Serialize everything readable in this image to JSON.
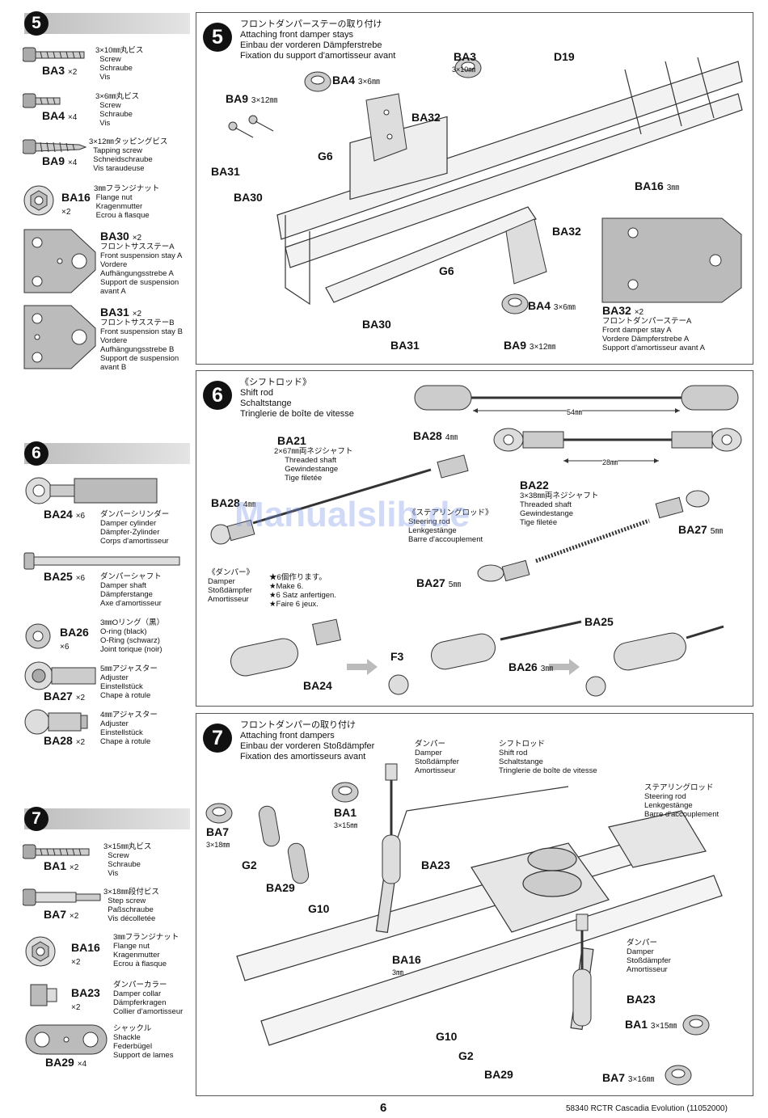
{
  "sidebar": {
    "step5": {
      "number": "5",
      "parts": [
        {
          "code": "BA3",
          "qty": "×2",
          "desc": "3×10㎜丸ビス\n  Screw\n  Schraube\n  Vis"
        },
        {
          "code": "BA4",
          "qty": "×4",
          "desc": "3×6㎜丸ビス\n  Screw\n  Schraube\n  Vis"
        },
        {
          "code": "BA9",
          "qty": "×4",
          "desc": "3×12㎜タッピングビス\n  Tapping screw\n  Schneidschraube\n  Vis taraudeuse"
        },
        {
          "code": "BA16",
          "qty": "×2",
          "desc": "3㎜フランジナット\n Flange nut\n Kragenmutter\n Ecrou à flasque"
        },
        {
          "code": "BA30",
          "qty": "×2",
          "desc": "フロントサスステーA\nFront suspension stay A\nVordere\nAufhängungsstrebe A\nSupport de suspension\navant A"
        },
        {
          "code": "BA31",
          "qty": "×2",
          "desc": "フロントサスステーB\nFront suspension stay B\nVordere\nAufhängungsstrebe B\nSupport de suspension\navant B"
        }
      ]
    },
    "step6": {
      "number": "6",
      "parts": [
        {
          "code": "BA24",
          "qty": "×6",
          "desc": "ダンパーシリンダー\nDamper cylinder\nDämpfer-Zylinder\nCorps d'amortisseur"
        },
        {
          "code": "BA25",
          "qty": "×6",
          "desc": "ダンパーシャフト\nDamper shaft\nDämpferstange\nAxe d'amortisseur"
        },
        {
          "code": "BA26",
          "qty": "×6",
          "desc": "3㎜Oリング（黒）\nO-ring (black)\nO-Ring (schwarz)\nJoint torique (noir)"
        },
        {
          "code": "BA27",
          "qty": "×2",
          "desc": "5㎜アジャスター\nAdjuster\nEinstellstück\nChape à rotule"
        },
        {
          "code": "BA28",
          "qty": "×2",
          "desc": "4㎜アジャスター\nAdjuster\nEinstellstück\nChape à rotule"
        }
      ]
    },
    "step7": {
      "number": "7",
      "parts": [
        {
          "code": "BA1",
          "qty": "×2",
          "desc": "3×15㎜丸ビス\n  Screw\n  Schraube\n  Vis"
        },
        {
          "code": "BA7",
          "qty": "×2",
          "desc": "3×18㎜段付ビス\n  Step screw\n  Paßschraube\n  Vis décolletée"
        },
        {
          "code": "BA16",
          "qty": "×2",
          "desc": "3㎜フランジナット\nFlange nut\nKragenmutter\nEcrou à flasque"
        },
        {
          "code": "BA23",
          "qty": "×2",
          "desc": "ダンパーカラー\nDamper collar\nDämpferkragen\nCollier d'amortisseur"
        },
        {
          "code": "BA29",
          "qty": "×4",
          "desc": "シャックル\nShackle\nFederbügel\nSupport de lames"
        }
      ]
    }
  },
  "panel5": {
    "number": "5",
    "title": "フロントダンパーステーの取り付け\nAttaching front damper stays\nEinbau der vorderen Dämpferstrebe\nFixation du support d'amortisseur avant",
    "labels": {
      "ba3": "BA3",
      "ba3_size": "3×10㎜",
      "d19": "D19",
      "ba4": "BA4",
      "ba4_size": "3×6㎜",
      "ba9": "BA9",
      "ba9_size": "3×12㎜",
      "ba32": "BA32",
      "g6": "G6",
      "ba31": "BA31",
      "ba30": "BA30",
      "ba16": "BA16",
      "ba16_size": "3㎜",
      "ba32b": "BA32",
      "g6b": "G6",
      "ba4b": "BA4",
      "ba4b_size": "3×6㎜",
      "ba30b": "BA30",
      "ba31b": "BA31",
      "ba9b": "BA9",
      "ba9b_size": "3×12㎜",
      "inset_code": "BA32",
      "inset_qty": "×2",
      "inset_desc": "フロントダンパーステーA\nFront damper stay A\nVordere Dämpferstrebe A\nSupport d'amortisseur avant A"
    }
  },
  "panel6": {
    "number": "6",
    "title": "《シフトロッド》\nShift rod\nSchaltstange\nTringlerie de boîte de vitesse",
    "labels": {
      "dim54": "54㎜",
      "dim28": "28㎜",
      "ba21": "BA21",
      "ba21_desc": "2×67㎜両ネジシャフト\n     Threaded shaft\n     Gewindestange\n     Tige filetée",
      "ba28": "BA28",
      "ba28_size": "4㎜",
      "ba28b": "BA28",
      "ba28b_size": "4㎜",
      "steer": "《ステアリングロッド》\nSteering rod\nLenkgestänge\nBarre d'accouplement",
      "ba22": "BA22",
      "ba22_desc": "3×38㎜両ネジシャフト\nThreaded shaft\nGewindestange\nTige filetée",
      "ba27": "BA27",
      "ba27_size": "5㎜",
      "ba27b": "BA27",
      "ba27b_size": "5㎜",
      "damper": "《ダンパー》\nDamper\nStoßdämpfer\nAmortisseur",
      "make": "★6個作ります。\n★Make 6.\n★6 Satz anfertigen.\n★Faire 6 jeux.",
      "ba25": "BA25",
      "ba24": "BA24",
      "f3": "F3",
      "ba26": "BA26",
      "ba26_size": "3㎜"
    }
  },
  "panel7": {
    "number": "7",
    "title": "フロントダンパーの取り付け\nAttaching front dampers\nEinbau der vorderen Stoßdämpfer\nFixation des amortisseurs avant",
    "labels": {
      "damper": "ダンパー\nDamper\nStoßdämpfer\nAmortisseur",
      "shift": "シフトロッド\nShift rod\nSchaltstange\nTringlerie de boîte de vitesse",
      "steer": "ステアリングロッド\nSteering rod\nLenkgestänge\nBarre d'accouplement",
      "ba1": "BA1",
      "ba1_size": "3×15㎜",
      "ba7": "BA7",
      "ba7_size": "3×18㎜",
      "g2": "G2",
      "ba29": "BA29",
      "g10": "G10",
      "ba23": "BA23",
      "ba16": "BA16",
      "ba16_size": "3㎜",
      "damper2": "ダンパー\nDamper\nStoßdämpfer\nAmortisseur",
      "ba23b": "BA23",
      "ba1b": "BA1",
      "ba1b_size": "3×15㎜",
      "g10b": "G10",
      "g2b": "G2",
      "ba29b": "BA29",
      "ba7b": "BA7",
      "ba7b_size": "3×16㎜"
    }
  },
  "footer": {
    "page_number": "6",
    "model": "58340 RCTR Cascadia Evolution  (11052000)"
  },
  "watermark": "Manualslib.de"
}
